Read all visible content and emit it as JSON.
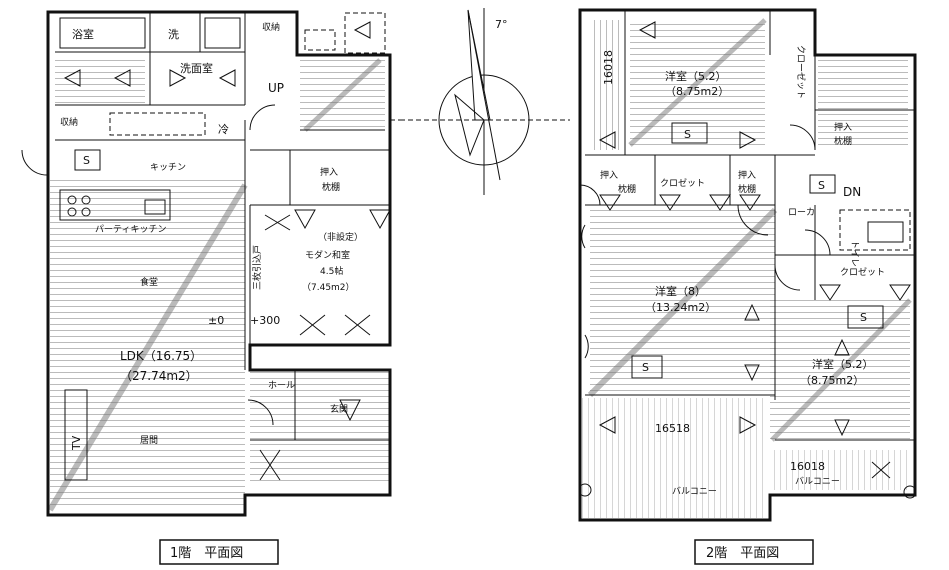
{
  "floor1": {
    "caption": "1階　平面図",
    "rooms": {
      "bath": "浴室",
      "wash": "洗",
      "storage_top": "収納",
      "washroom": "洗面室",
      "up": "UP",
      "storage_left": "収納",
      "fridge": "冷",
      "s_mark": "S",
      "kitchen": "キッチン",
      "party_kitchen": "パーティキッチン",
      "closet_futon": "押入",
      "closet_futon2": "枕棚",
      "emergency": "（非設定）",
      "modern_washitsu": "モダン和室",
      "washitsu_size": "4.5帖",
      "washitsu_area": "（7.45m2）",
      "shoeroom": "三枚引込戸",
      "dining": "食堂",
      "level_zero": "±0",
      "level_300": "+300",
      "ldk": "LDK（16.75）",
      "ldk_area": "（27.74m2）",
      "hall": "ホール",
      "entrance": "玄関",
      "living": "居間",
      "tv": "TV"
    }
  },
  "floor2": {
    "caption": "2階　平面図",
    "rooms": {
      "dim_16018_left": "16018",
      "western_top": "洋室（5.2）",
      "western_top_area": "（8.75m2）",
      "closet_top": "クローゼット",
      "s_top": "S",
      "oshiire_right": "押入",
      "makuradana_right": "枕棚",
      "oshiire_left": "押入",
      "makuradana_left": "枕棚",
      "closet_mid": "クロゼット",
      "oshiire_mid": "押入",
      "makuradana_mid": "枕棚",
      "s_dn": "S",
      "dn": "DN",
      "corridor": "ローカ",
      "toilet": "トイレ",
      "closet_right": "クロゼット",
      "western_8": "洋室（8）",
      "western_8_area": "（13.24m2）",
      "s_right": "S",
      "western_right": "洋室（5.2）",
      "western_right_area": "（8.75m2）",
      "s_left": "S",
      "dim_16518": "16518",
      "dim_16018_right": "16018",
      "balcony_right": "バルコニー",
      "balcony_bottom": "バルコニー"
    }
  },
  "compass": {
    "angle_label": "7°"
  }
}
